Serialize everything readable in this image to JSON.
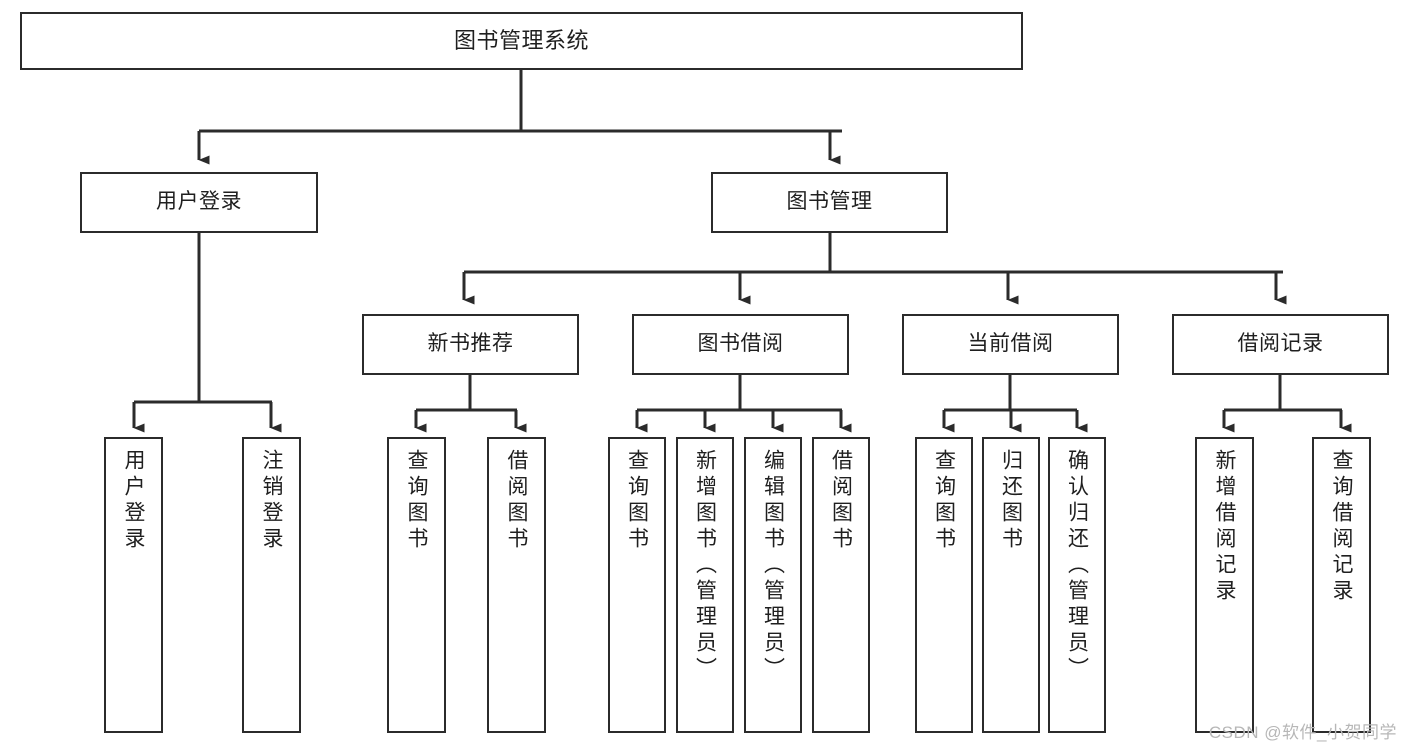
{
  "diagram": {
    "type": "tree-hierarchy",
    "title": "图书管理系统",
    "accent_color": "#2b2b2b",
    "background_color": "#ffffff",
    "watermark": "CSDN @软件_小贺同学",
    "nodes": {
      "root": {
        "label": "图书管理系统"
      },
      "level2": [
        {
          "id": "user-login",
          "label": "用户登录"
        },
        {
          "id": "book-manage",
          "label": "图书管理"
        }
      ],
      "level3": [
        {
          "id": "new-book-recommend",
          "label": "新书推荐"
        },
        {
          "id": "book-borrow",
          "label": "图书借阅"
        },
        {
          "id": "current-borrow",
          "label": "当前借阅"
        },
        {
          "id": "borrow-record",
          "label": "借阅记录"
        }
      ],
      "leaves": {
        "user-login": [
          {
            "id": "leaf-user-login",
            "label": "用户登录"
          },
          {
            "id": "leaf-logout-login",
            "label": "注销登录"
          }
        ],
        "new-book-recommend": [
          {
            "id": "leaf-query-book-1",
            "label": "查询图书"
          },
          {
            "id": "leaf-borrow-book-1",
            "label": "借阅图书"
          }
        ],
        "book-borrow": [
          {
            "id": "leaf-query-book-2",
            "label": "查询图书"
          },
          {
            "id": "leaf-add-book",
            "label": "新增图书（管理员）"
          },
          {
            "id": "leaf-edit-book",
            "label": "编辑图书（管理员）"
          },
          {
            "id": "leaf-borrow-book-2",
            "label": "借阅图书"
          }
        ],
        "current-borrow": [
          {
            "id": "leaf-query-book-3",
            "label": "查询图书"
          },
          {
            "id": "leaf-return-book",
            "label": "归还图书"
          },
          {
            "id": "leaf-confirm-return",
            "label": "确认归还（管理员）"
          }
        ],
        "borrow-record": [
          {
            "id": "leaf-add-record",
            "label": "新增借阅记录"
          },
          {
            "id": "leaf-query-record",
            "label": "查询借阅记录"
          }
        ]
      }
    }
  }
}
